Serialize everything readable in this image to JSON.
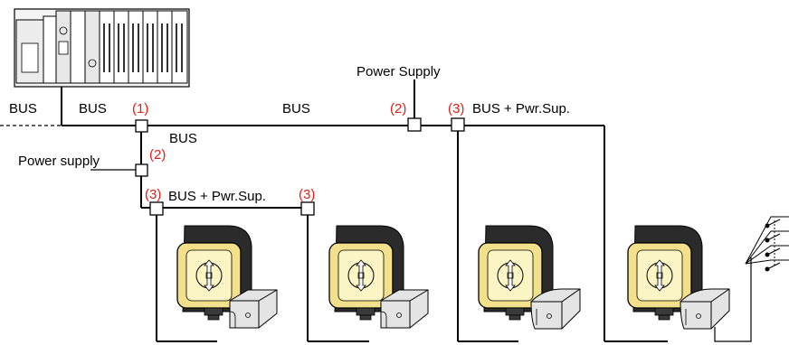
{
  "labels": {
    "bus_left": "BUS",
    "bus_mid_left": "BUS",
    "bus_center": "BUS",
    "bus_under": "BUS",
    "power_supply_top": "Power Supply",
    "power_supply_left": "Power supply",
    "bus_pwr_right": "BUS + Pwr.Sup.",
    "bus_pwr_lower": "BUS + Pwr.Sup."
  },
  "markers": {
    "m1": "(1)",
    "m2_top": "(2)",
    "m3_top": "(3)",
    "m2_left": "(2)",
    "m3_left_a": "(3)",
    "m3_left_b": "(3)"
  },
  "colors": {
    "marker": "#e0201b",
    "device_yellow": "#f2e08a",
    "device_dark": "#2b2b2b",
    "target_grey": "#e4e4e4"
  },
  "icons": [
    "plc-rack",
    "junction-box",
    "rfid-read-write-head",
    "tag-carrier",
    "switch-bank"
  ]
}
